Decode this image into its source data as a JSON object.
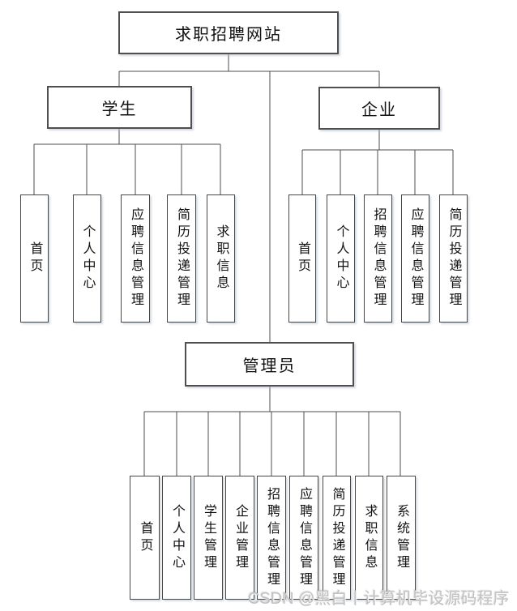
{
  "diagram": {
    "root": {
      "label": "求职招聘网站"
    },
    "branches": [
      {
        "label": "学生",
        "children": [
          "首页",
          "个人中心",
          "应聘信息管理",
          "简历投递管理",
          "求职信息"
        ]
      },
      {
        "label": "企业",
        "children": [
          "首页",
          "个人中心",
          "招聘信息管理",
          "应聘信息管理",
          "简历投递管理"
        ]
      },
      {
        "label": "管理员",
        "children": [
          "首页",
          "个人中心",
          "学生管理",
          "企业管理",
          "招聘信息管理",
          "应聘信息管理",
          "简历投递管理",
          "求职信息",
          "系统管理"
        ]
      }
    ],
    "colors": {
      "line": "#4d4d4d",
      "box_border": "#474747",
      "text": "#111111",
      "background": "#ffffff"
    }
  },
  "watermark": {
    "text": "CSDN @黑白丨计算机毕设源码程序",
    "color": "#c2c2c2"
  }
}
